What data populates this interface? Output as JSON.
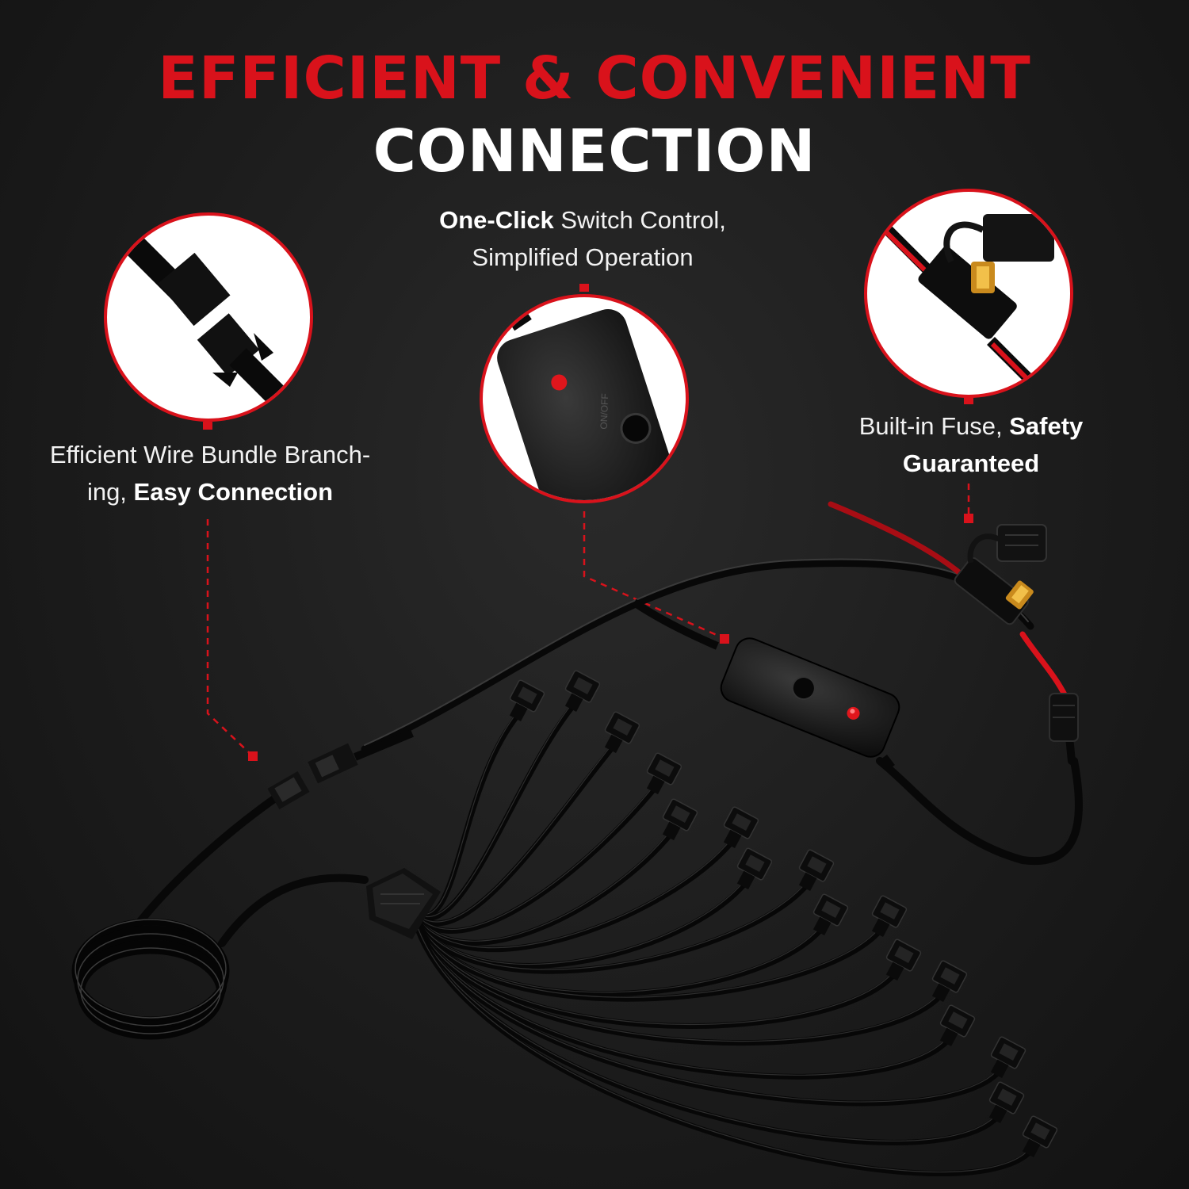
{
  "title": {
    "line1": "EFFICIENT & CONVENIENT",
    "line2": "CONNECTION"
  },
  "callouts": {
    "left": {
      "normal": "Efficient Wire Bundle Branch-",
      "normal2": "ing, ",
      "bold": "Easy Connection"
    },
    "middle": {
      "bold": "One-Click",
      "normal": " Switch Control,",
      "normal2": "Simplified Operation"
    },
    "right": {
      "normal": "Built-in Fuse, ",
      "bold": "Safety",
      "bold2": "Guaranteed"
    }
  },
  "switch_label": "ON/OFF",
  "colors": {
    "accent_red": "#d9121b",
    "background": "#1c1c1c",
    "text": "#ffffff",
    "cable": "#0a0a0a"
  }
}
